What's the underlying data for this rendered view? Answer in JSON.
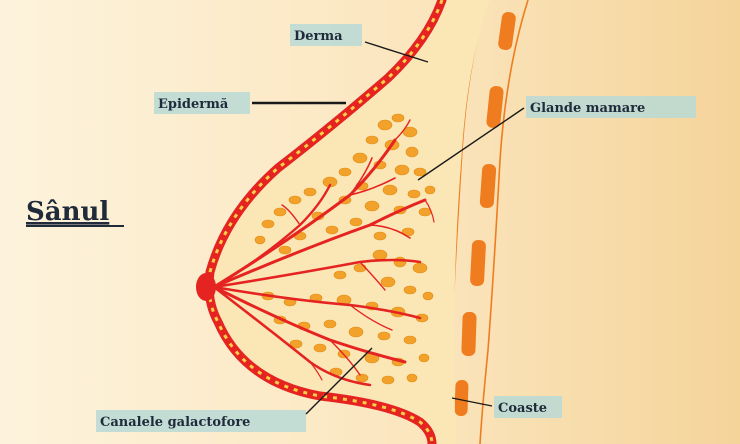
{
  "title": "Sânul",
  "labels": {
    "derma": "Derma",
    "epiderma": "Epidermă",
    "glande": "Glande mamare",
    "coaste": "Coaste",
    "canale": "Canalele galactofore"
  },
  "colors": {
    "background_light": "#fdf1d3",
    "background_warm": "#f7d8a4",
    "skin_red": "#e52421",
    "fat_yellow": "#f6b93b",
    "gland_orange": "#f2a12a",
    "rib_orange": "#ef7d1f",
    "label_bg": "#b8d9d6"
  }
}
